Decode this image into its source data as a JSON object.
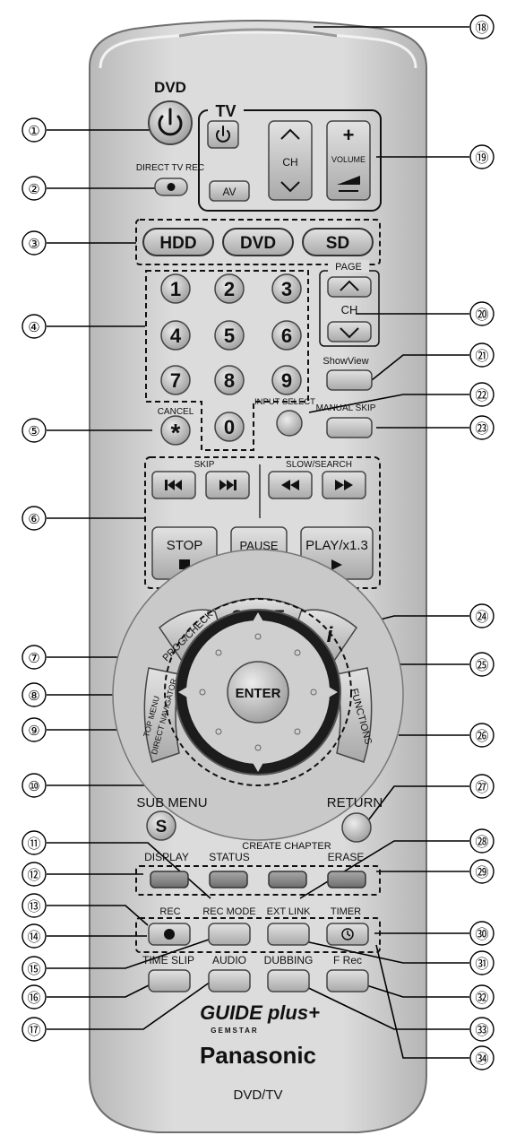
{
  "remote": {
    "brand": "Panasonic",
    "model_caption": "DVD/TV",
    "guide_logo": "GUIDE plus+",
    "guide_logo_sub": "GEMSTAR"
  },
  "labels": {
    "dvd": "DVD",
    "direct_tv_rec": "DIRECT TV REC",
    "tv": "TV",
    "ch": "CH",
    "volume": "VOLUME",
    "av": "AV",
    "hdd": "HDD",
    "dvd_select": "DVD",
    "sd": "SD",
    "page": "PAGE",
    "page_ch": "CH",
    "showview": "ShowView",
    "cancel": "CANCEL",
    "input_select": "INPUT SELECT",
    "manual_skip": "MANUAL SKIP",
    "skip": "SKIP",
    "slow_search": "SLOW/SEARCH",
    "stop": "STOP",
    "pause": "PAUSE",
    "play": "PLAY/x1.3",
    "guide": "GUIDE",
    "prog_check": "PROG/CHECK",
    "info": "i",
    "top_menu": "TOP MENU",
    "direct_navigator": "DIRECT NAVIGATOR",
    "functions": "FUNCTIONS",
    "enter": "ENTER",
    "sub_menu": "SUB MENU",
    "sub_menu_s": "S",
    "return": "RETURN",
    "display": "DISPLAY",
    "status": "STATUS",
    "create_chapter": "CREATE CHAPTER",
    "erase": "ERASE",
    "rec": "REC",
    "rec_mode": "REC MODE",
    "ext_link": "EXT LINK",
    "timer": "TIMER",
    "time_slip": "TIME SLIP",
    "audio": "AUDIO",
    "dubbing": "DUBBING",
    "f_rec": "F Rec"
  },
  "numpad": [
    "1",
    "2",
    "3",
    "4",
    "5",
    "6",
    "7",
    "8",
    "9",
    "*",
    "0"
  ],
  "callouts": [
    "①",
    "②",
    "③",
    "④",
    "⑤",
    "⑥",
    "⑦",
    "⑧",
    "⑨",
    "⑩",
    "⑪",
    "⑫",
    "⑬",
    "⑭",
    "⑮",
    "⑯",
    "⑰",
    "⑱",
    "⑲",
    "⑳",
    "㉑",
    "㉒",
    "㉓",
    "㉔",
    "㉕",
    "㉖",
    "㉗",
    "㉘",
    "㉙",
    "㉚",
    "㉛",
    "㉜",
    "㉝",
    "㉞"
  ],
  "colors": {
    "body": "#d2d2d2",
    "body_edge": "#8a8a8a",
    "button": "#c4c4c4",
    "dark_button": "#8c8c8c",
    "ring": "#2a2a2a"
  }
}
